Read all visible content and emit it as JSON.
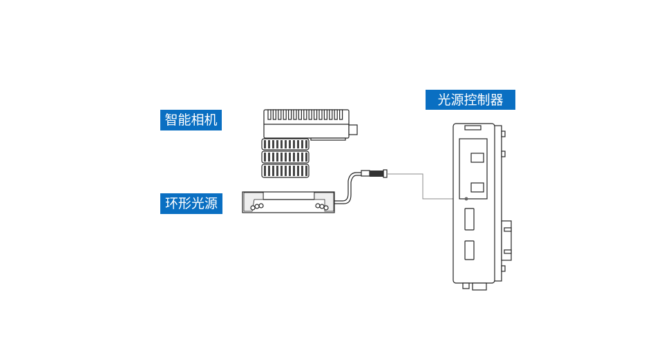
{
  "labels": {
    "smart_camera": "智能相机",
    "ring_light": "环形光源",
    "light_controller": "光源控制器"
  },
  "colors": {
    "label_bg": "#0a6fc2",
    "label_text": "#ffffff",
    "line": "#222222",
    "wire": "#888888"
  }
}
